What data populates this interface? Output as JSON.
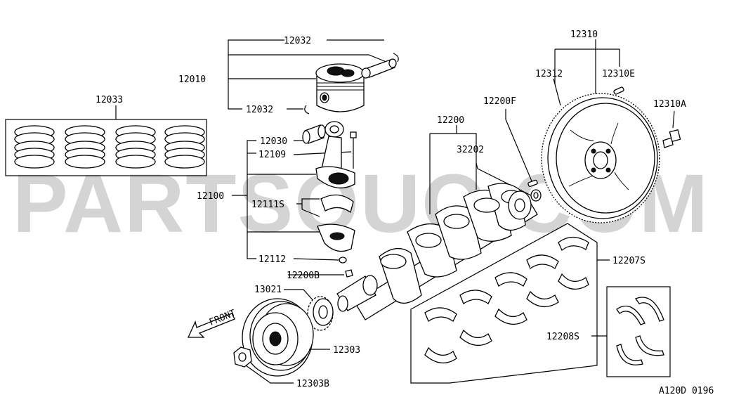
{
  "watermark": "PARTSOUQ.COM",
  "labels": {
    "p12032_top": "12032",
    "p12010": "12010",
    "p12032_bottom": "12032",
    "p12033": "12033",
    "p12030": "12030",
    "p12109": "12109",
    "p12100": "12100",
    "p12111S": "12111S",
    "p12112": "12112",
    "p12200B": "12200B",
    "p13021": "13021",
    "p12303": "12303",
    "p12303B": "12303B",
    "p12200": "12200",
    "p32202": "32202",
    "p12200F": "12200F",
    "p12310": "12310",
    "p12312": "12312",
    "p12310E": "12310E",
    "p12310A": "12310A",
    "p12207S": "12207S",
    "p12208S": "12208S"
  },
  "front_label": "FRONT",
  "diagram_code": "A120D 0196",
  "icons": {
    "front_arrow": "front-arrow-icon"
  }
}
